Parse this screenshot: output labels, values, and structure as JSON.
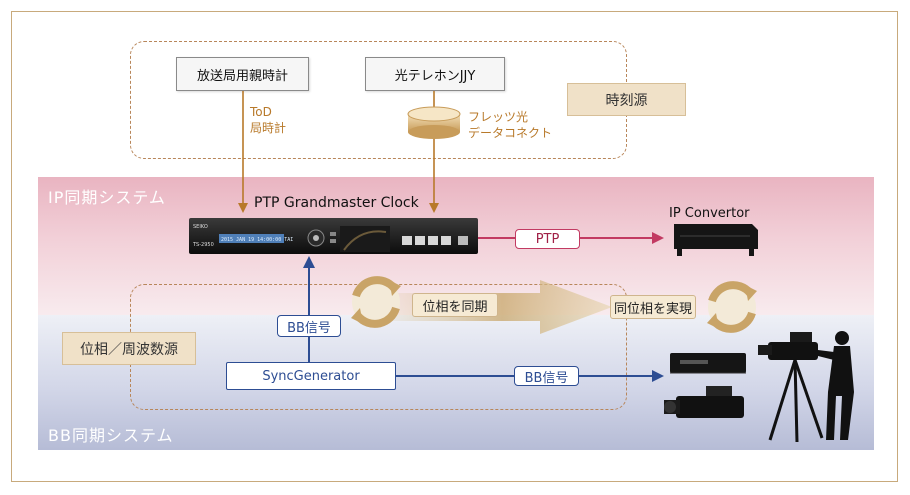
{
  "sources": {
    "broadcast_clock": "放送局用親時計",
    "jjy": "光テレホンJJY",
    "time_source_label": "時刻源",
    "tod_line1": "ToD",
    "tod_line2": "局時計",
    "flets_line1": "フレッツ光",
    "flets_line2": "データコネクト"
  },
  "bands": {
    "ip_system": "IP同期システム",
    "bb_system": "BB同期システム"
  },
  "devices": {
    "grandmaster_title": "PTP Grandmaster Clock",
    "grandmaster_brand": "SEIKO",
    "grandmaster_model": "TS-2950",
    "grandmaster_display": "2015 JAN 19 14:00:00 TAI",
    "ip_convertor": "IP Convertor",
    "sync_generator": "SyncGenerator"
  },
  "signals": {
    "ptp": "PTP",
    "bb_signal_vertical": "BB信号",
    "bb_signal_horizontal": "BB信号",
    "phase_sync": "位相を同期",
    "same_phase": "同位相を実現",
    "phase_freq_source": "位相／周波数源"
  },
  "colors": {
    "tod_arrow": "#b8792a",
    "ptp_arrow": "#c23a62",
    "bb_arrow": "#2d4d93",
    "ip_band": "#e9b4c1",
    "bb_band": "#b6bcd6"
  }
}
